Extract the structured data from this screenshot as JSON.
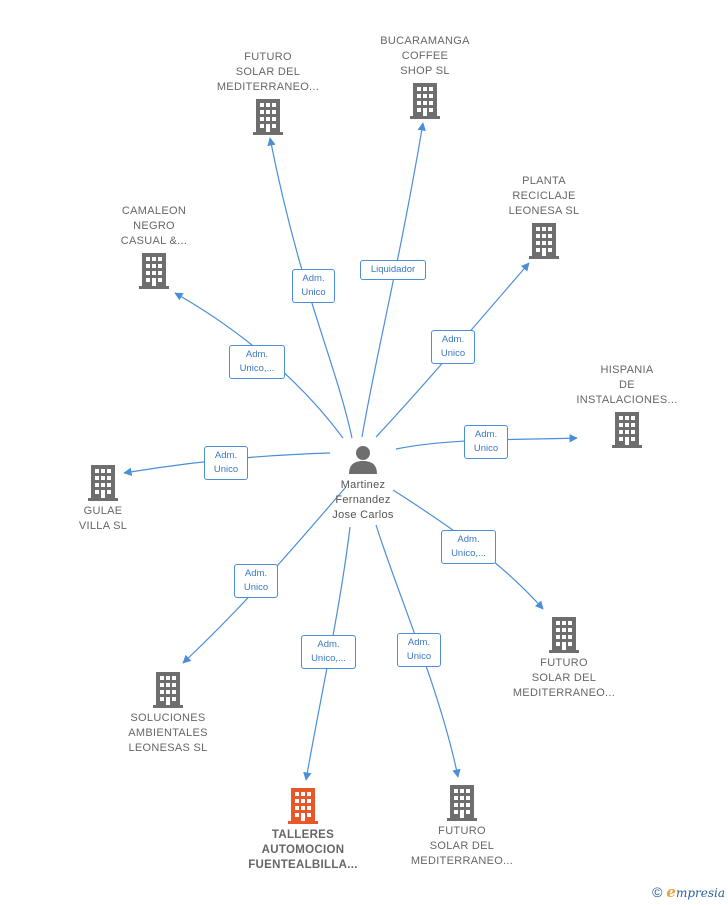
{
  "colors": {
    "edge": "#4a8fd8",
    "building": "#6e6e6e",
    "highlight": "#e8562a",
    "label": "#666666"
  },
  "center": {
    "name_lines": [
      "Martinez",
      "Fernandez",
      "Jose Carlos"
    ],
    "icon": "person-icon"
  },
  "nodes": [
    {
      "id": "futuro1",
      "lines": [
        "FUTURO",
        "SOLAR DEL",
        "MEDITERRANEO..."
      ],
      "icon": "building-icon"
    },
    {
      "id": "bucaramanga",
      "lines": [
        "BUCARAMANGA",
        "COFFEE",
        "SHOP SL"
      ],
      "icon": "building-icon"
    },
    {
      "id": "planta",
      "lines": [
        "PLANTA",
        "RECICLAJE",
        "LEONESA  SL"
      ],
      "icon": "building-icon"
    },
    {
      "id": "camaleon",
      "lines": [
        "CAMALEON",
        "NEGRO",
        "CASUAL &..."
      ],
      "icon": "building-icon"
    },
    {
      "id": "hispania",
      "lines": [
        "HISPANIA",
        "DE",
        "INSTALACIONES..."
      ],
      "icon": "building-icon"
    },
    {
      "id": "gulae",
      "lines": [
        "GULAE",
        "VILLA SL"
      ],
      "icon": "building-icon"
    },
    {
      "id": "futuro2",
      "lines": [
        "FUTURO",
        "SOLAR DEL",
        "MEDITERRANEO..."
      ],
      "icon": "building-icon"
    },
    {
      "id": "soluciones",
      "lines": [
        "SOLUCIONES",
        "AMBIENTALES",
        "LEONESAS SL"
      ],
      "icon": "building-icon"
    },
    {
      "id": "talleres",
      "lines": [
        "TALLERES",
        "AUTOMOCION",
        "FUENTEALBILLA..."
      ],
      "icon": "building-icon",
      "highlight": true
    },
    {
      "id": "futuro3",
      "lines": [
        "FUTURO",
        "SOLAR DEL",
        "MEDITERRANEO..."
      ],
      "icon": "building-icon"
    }
  ],
  "edges": [
    {
      "to": "futuro1",
      "label": [
        "Adm.",
        "Unico"
      ]
    },
    {
      "to": "bucaramanga",
      "label": [
        "Liquidador"
      ]
    },
    {
      "to": "planta",
      "label": [
        "Adm.",
        "Unico"
      ]
    },
    {
      "to": "camaleon",
      "label": [
        "Adm.",
        "Unico,..."
      ]
    },
    {
      "to": "hispania",
      "label": [
        "Adm.",
        "Unico"
      ]
    },
    {
      "to": "gulae",
      "label": [
        "Adm.",
        "Unico"
      ]
    },
    {
      "to": "futuro2",
      "label": [
        "Adm.",
        "Unico,..."
      ]
    },
    {
      "to": "soluciones",
      "label": [
        "Adm.",
        "Unico"
      ]
    },
    {
      "to": "talleres",
      "label": [
        "Adm.",
        "Unico,..."
      ]
    },
    {
      "to": "futuro3",
      "label": [
        "Adm.",
        "Unico"
      ]
    }
  ],
  "footer": {
    "copyright": "©",
    "brand_initial": "e",
    "brand_rest": "mpresia"
  }
}
